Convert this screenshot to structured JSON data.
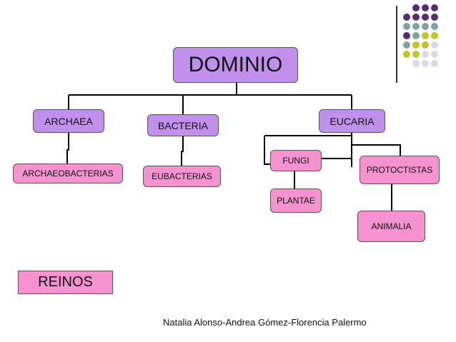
{
  "title": "DOMINIO",
  "domains": {
    "archaea": "ARCHAEA",
    "bacteria": "BACTERIA",
    "eucaria": "EUCARIA"
  },
  "kingdoms": {
    "archaeobacterias": "ARCHAEOBACTERIAS",
    "eubacterias": "EUBACTERIAS",
    "fungi": "FUNGI",
    "plantae": "PLANTAE",
    "protoctistas": "PROTOCTISTAS",
    "animalia": "ANIMALIA"
  },
  "legend": "REINOS",
  "credit": "Natalia Alonso-Andrea Gómez-Florencia Palermo",
  "colors": {
    "domain_box": "#c190ec",
    "kingdom_box": "#f592cf",
    "dot_purple": "#5a2b6e",
    "dot_teal": "#7fa3a0",
    "dot_olive": "#c3c32a",
    "dot_lavender": "#d9d9ec"
  }
}
